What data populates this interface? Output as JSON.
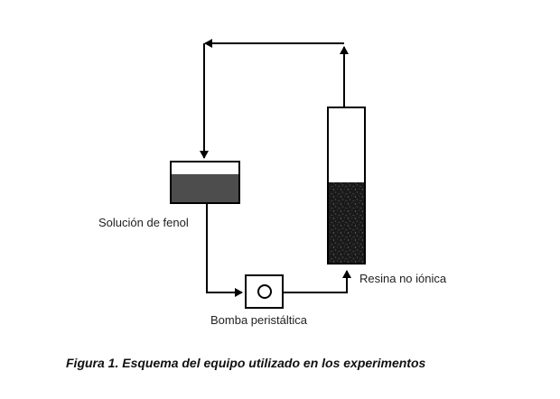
{
  "labels": {
    "phenol_solution": "Solución de fenol",
    "peristaltic_pump": "Bomba peristáltica",
    "non_ionic_resin": "Resina no iónica"
  },
  "caption": "Figura 1. Esquema del equipo utilizado en los experimentos",
  "colors": {
    "line": "#000000",
    "liquid": "#4d4d4d",
    "resin": "#1a1a1a"
  }
}
